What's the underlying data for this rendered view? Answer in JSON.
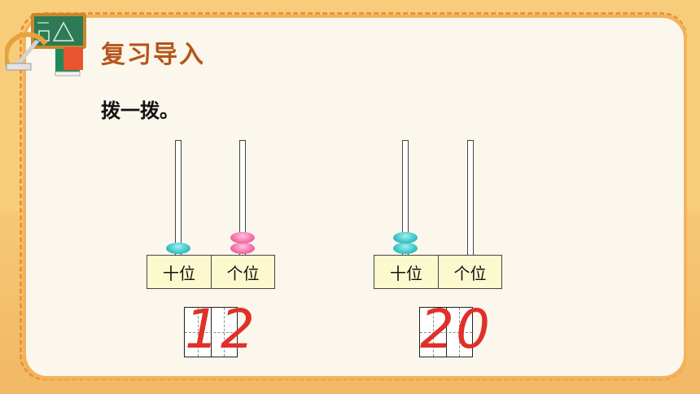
{
  "header": {
    "title": "复习导入"
  },
  "instruction": "拨一拨。",
  "abacus": [
    {
      "tens_label": "十位",
      "ones_label": "个位",
      "tens_beads": 1,
      "ones_beads": 2,
      "number": "12",
      "tens_color": "#3cc3c8",
      "ones_color": "#f06fa6"
    },
    {
      "tens_label": "十位",
      "ones_label": "个位",
      "tens_beads": 2,
      "ones_beads": 0,
      "number": "20",
      "tens_color": "#3cc3c8",
      "ones_color": "#f06fa6"
    }
  ],
  "icons": [
    "chalkboard-icon",
    "protractor-icon",
    "book-icon"
  ]
}
